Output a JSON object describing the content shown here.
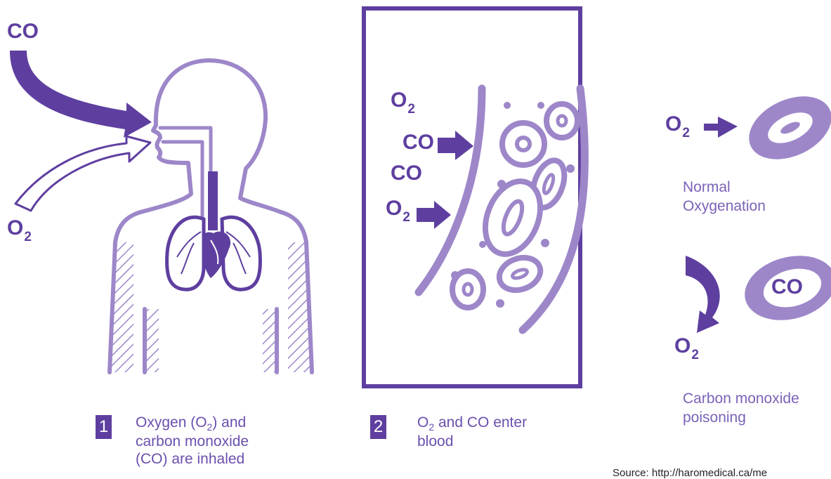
{
  "left_panel": {
    "co_label": "CO",
    "o2_label": "O",
    "o2_sub": "2"
  },
  "blood_panel": {
    "labels": [
      {
        "main": "O",
        "sub": "2"
      },
      {
        "main": "CO",
        "sub": ""
      },
      {
        "main": "CO",
        "sub": ""
      },
      {
        "main": "O",
        "sub": "2"
      }
    ]
  },
  "right_panel": {
    "top_o2": {
      "main": "O",
      "sub": "2"
    },
    "normal_caption_line1": "Normal",
    "normal_caption_line2": "Oxygenation",
    "cell_co_label": "CO",
    "bottom_o2": {
      "main": "O",
      "sub": "2"
    },
    "poison_caption_line1": "Carbon monoxide",
    "poison_caption_line2": "poisoning"
  },
  "steps": [
    {
      "number": "1",
      "line1_a": "Oxygen (O",
      "line1_sub": "2",
      "line1_b": ") and",
      "line2": "carbon monoxide",
      "line3": "(CO) are inhaled"
    },
    {
      "number": "2",
      "line1_a": "O",
      "line1_sub": "2",
      "line1_b": "and CO enter",
      "line2": "blood"
    }
  ],
  "source": "Source: http://haromedical.ca/me",
  "colors": {
    "dark_purple": "#5e3fa0",
    "light_purple": "#9d87c9",
    "mid_purple": "#7b62b8"
  }
}
